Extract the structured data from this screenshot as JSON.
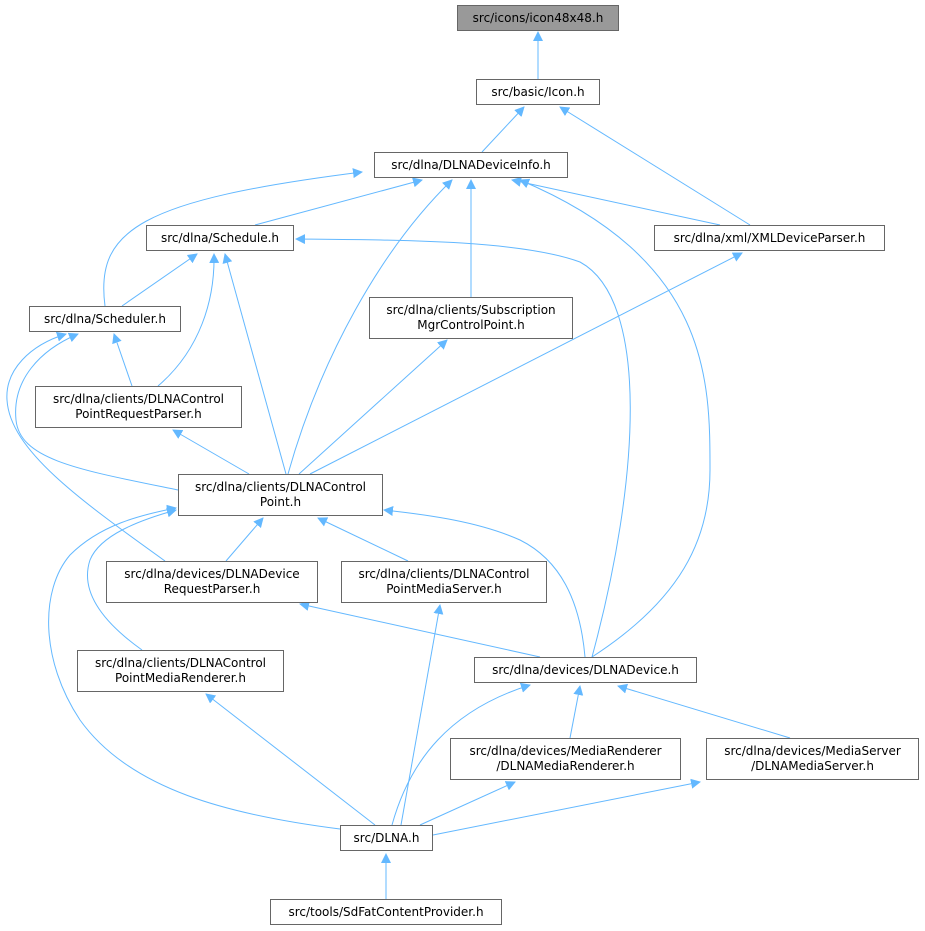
{
  "graph": {
    "edge_color": "#63b8ff",
    "root_fill": "#999999",
    "nodes": {
      "icon48": [
        "src/icons/icon48x48.h"
      ],
      "icon": [
        "src/basic/Icon.h"
      ],
      "deviceinfo": [
        "src/dlna/DLNADeviceInfo.h"
      ],
      "schedule": [
        "src/dlna/Schedule.h"
      ],
      "xmlparser": [
        "src/dlna/xml/XMLDeviceParser.h"
      ],
      "scheduler": [
        "src/dlna/Scheduler.h"
      ],
      "subscription": [
        "src/dlna/clients/Subscription",
        "MgrControlPoint.h"
      ],
      "cpreqparser": [
        "src/dlna/clients/DLNAControl",
        "PointRequestParser.h"
      ],
      "controlpoint": [
        "src/dlna/clients/DLNAControl",
        "Point.h"
      ],
      "devreqparser": [
        "src/dlna/devices/DLNADevice",
        "RequestParser.h"
      ],
      "cpmediaserver": [
        "src/dlna/clients/DLNAControl",
        "PointMediaServer.h"
      ],
      "cpmediarenderer": [
        "src/dlna/clients/DLNAControl",
        "PointMediaRenderer.h"
      ],
      "device": [
        "src/dlna/devices/DLNADevice.h"
      ],
      "mediarenderer": [
        "src/dlna/devices/MediaRenderer",
        "/DLNAMediaRenderer.h"
      ],
      "mediaserver": [
        "src/dlna/devices/MediaServer",
        "/DLNAMediaServer.h"
      ],
      "dlna": [
        "src/DLNA.h"
      ],
      "sdfat": [
        "src/tools/SdFatContentProvider.h"
      ]
    }
  }
}
